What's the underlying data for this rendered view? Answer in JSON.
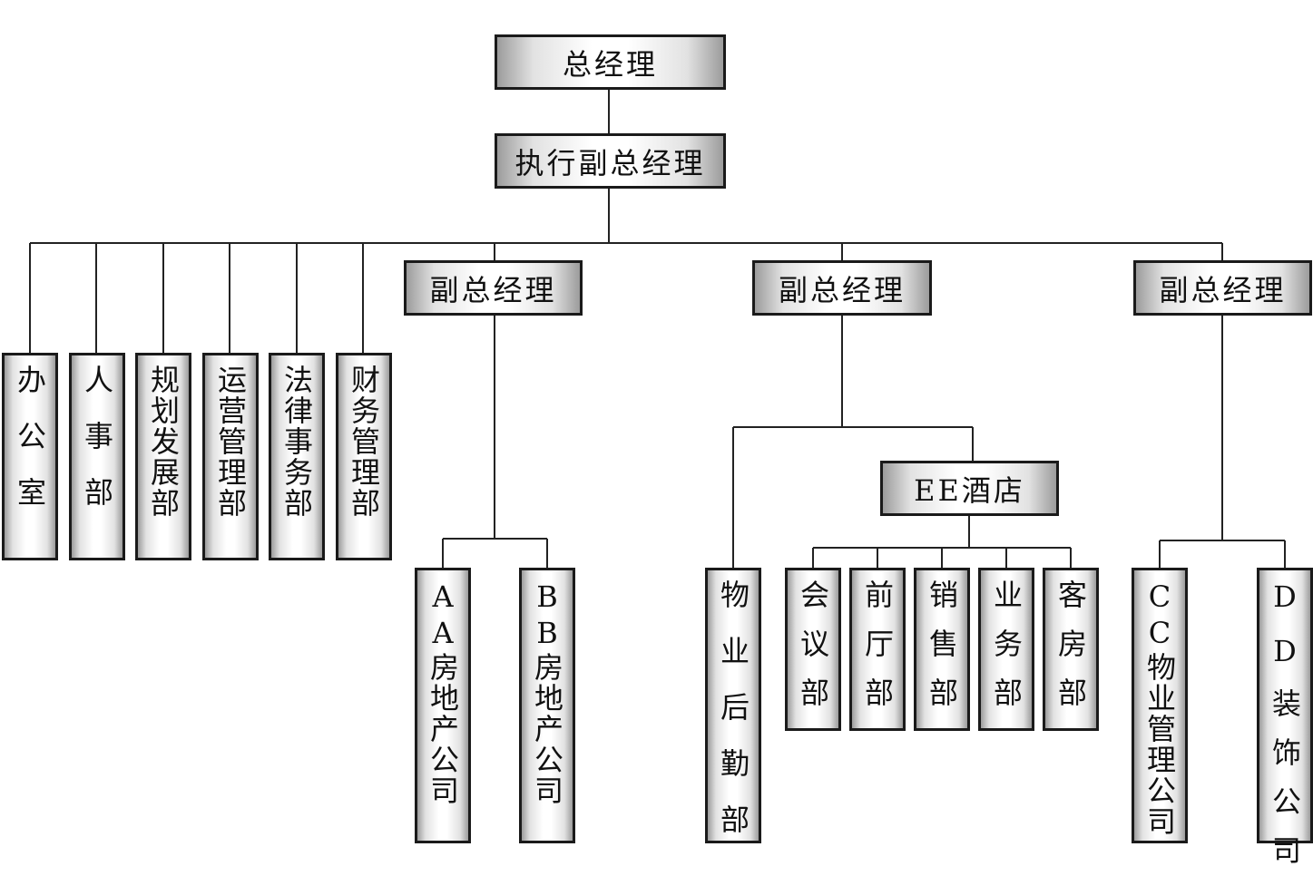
{
  "chart": {
    "ceo": "总经理",
    "executive_vp": "执行副总经理",
    "departments": [
      "办公室",
      "人事部",
      "规划发展部",
      "运营管理部",
      "法律事务部",
      "财务管理部"
    ],
    "vps": [
      "副总经理",
      "副总经理",
      "副总经理"
    ],
    "vp1_companies": [
      "AA房地产公司",
      "BB房地产公司"
    ],
    "vp2_property": "物业后勤部",
    "hotel": "EE酒店",
    "hotel_departments": [
      "会议部",
      "前厅部",
      "销售部",
      "业务部",
      "客房部"
    ],
    "vp3_companies": [
      "CC物业管理公司",
      "DD装饰公司"
    ]
  }
}
